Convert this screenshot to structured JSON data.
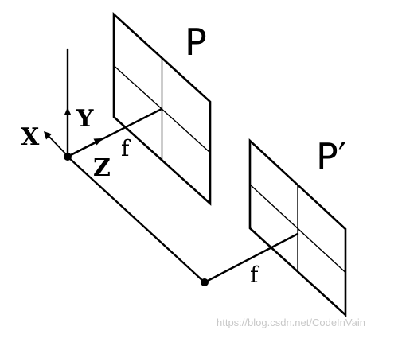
{
  "planes": {
    "left_label": "P",
    "right_label": "P′"
  },
  "axes": {
    "x_label": "X",
    "y_label": "Y",
    "z_label": "Z"
  },
  "focal": {
    "left_label": "f",
    "right_label": "f"
  },
  "watermark": {
    "text": "https://blog.csdn.net/CodeInVain"
  },
  "colors": {
    "ink": "#000000",
    "background": "#ffffff",
    "watermark": "#c8c8c8"
  }
}
